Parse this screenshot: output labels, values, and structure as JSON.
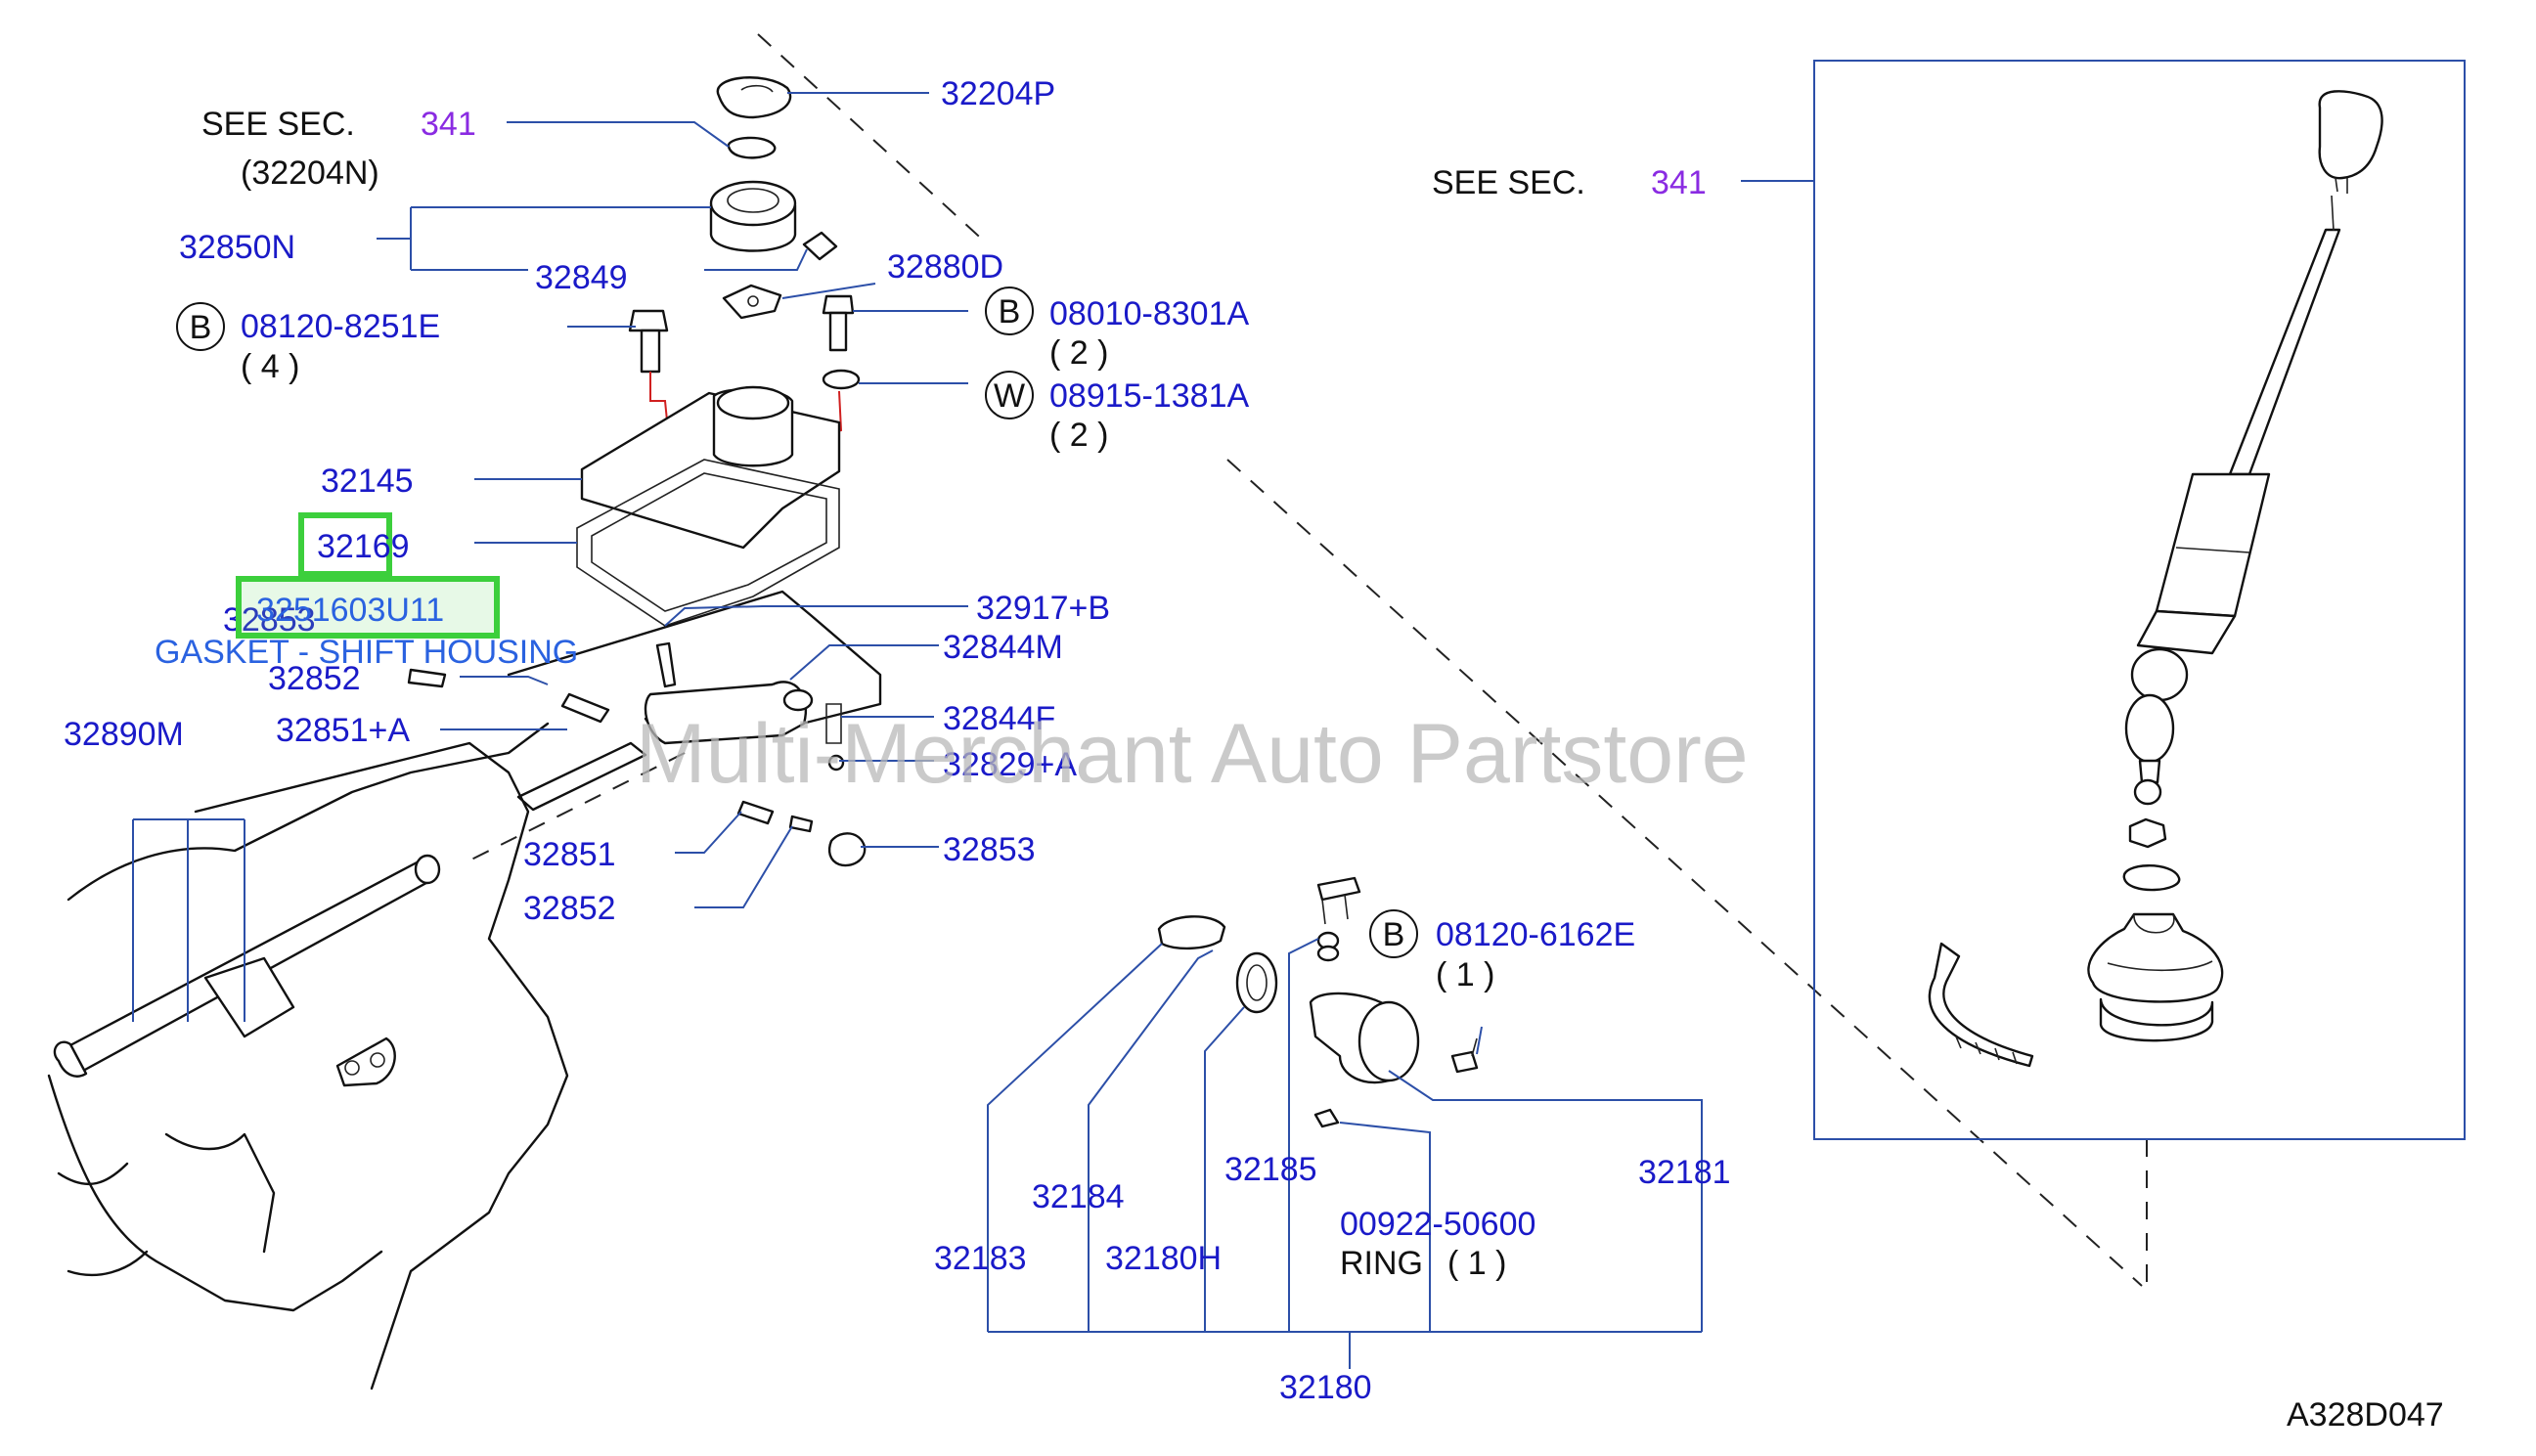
{
  "watermark": "Multi-Merchant Auto Partstore",
  "diagram_code": "A328D047",
  "highlight": {
    "part_number": "3251603U11",
    "description": "GASKET - SHIFT HOUSING",
    "boxed_label": "32169"
  },
  "see_sections": [
    {
      "prefix": "SEE  SEC.",
      "section": "341",
      "sub": "(32204N)"
    },
    {
      "prefix": "SEE  SEC.",
      "section": "341"
    }
  ],
  "callouts": {
    "p32204P": "32204P",
    "p32850N": "32850N",
    "p32849": "32849",
    "p32880D": "32880D",
    "p08120_8251E": "08120-8251E",
    "q4": "(  4   )",
    "p08010_8301A": "08010-8301A",
    "q2a": "(  2   )",
    "p08915_1381A": "08915-1381A",
    "q2b": "(  2   )",
    "p32145": "32145",
    "p32169": "32169",
    "p32853a": "32853",
    "p32852a": "32852",
    "p32917B": "32917+B",
    "p32844M": "32844M",
    "p32844F": "32844F",
    "p32829A": "32829+A",
    "p32851A": "32851+A",
    "p32890M": "32890M",
    "p32851": "32851",
    "p32852b": "32852",
    "p32853b": "32853",
    "p08120_6162E": "08120-6162E",
    "q1a": "(  1   )",
    "p32183": "32183",
    "p32184": "32184",
    "p32185": "32185",
    "p32180H": "32180H",
    "p00922_50600": "00922-50600",
    "ring": "RING",
    "q1b": "(  1   )",
    "p32181": "32181",
    "p32180": "32180"
  },
  "markers": {
    "b": "B",
    "w": "W"
  },
  "colors": {
    "part_number": "#1a1ac8",
    "section_ref": "#8a2be2",
    "highlight_box": "#3ccf3c",
    "leader": "#2c4fa8",
    "watermark": "#b9b9b9"
  }
}
